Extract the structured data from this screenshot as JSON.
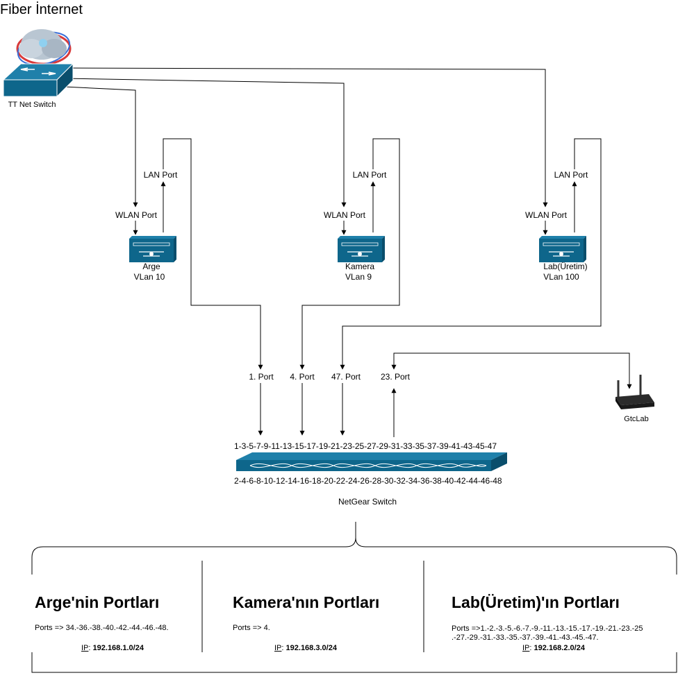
{
  "header": {
    "title": "Fiber İnternet"
  },
  "devices": {
    "tt_switch": {
      "label": "TT Net Switch"
    },
    "routers": [
      {
        "name": "Arge",
        "vlan": "VLan 10",
        "wlan_label": "WLAN Port",
        "lan_label": "LAN Port"
      },
      {
        "name": "Kamera",
        "vlan": "VLan 9",
        "wlan_label": "WLAN Port",
        "lan_label": "LAN Port"
      },
      {
        "name": "Lab(Üretim)",
        "vlan": "VLan 100",
        "wlan_label": "WLAN Port",
        "lan_label": "LAN Port"
      }
    ],
    "netgear": {
      "label": "NetGear Switch",
      "odd_ports": "1-3-5-7-9-11-13-15-17-19-21-23-25-27-29-31-33-35-37-39-41-43-45-47",
      "even_ports": "2-4-6-8-10-12-14-16-18-20-22-24-26-28-30-32-34-36-38-40-42-44-46-48",
      "port_labels": [
        "1. Port",
        "4. Port",
        "47. Port",
        "23. Port"
      ]
    },
    "wifi_router": {
      "label": "GtcLab"
    }
  },
  "sections": [
    {
      "title": "Arge'nin Portları",
      "ports_line1": "Ports => 34.-36.-38.-40.-42.-44.-46.-48.",
      "ports_line2": "",
      "ip_key": "IP",
      "ip_value": "192.168.1.0/24"
    },
    {
      "title": "Kamera'nın Portları",
      "ports_line1": "Ports => 4.",
      "ports_line2": "",
      "ip_key": "IP",
      "ip_value": "192.168.3.0/24"
    },
    {
      "title": "Lab(Üretim)'ın Portları",
      "ports_line1": "Ports =>1.-2.-3.-5.-6.-7.-9.-11.-13.-15.-17.-19.-21.-23.-25",
      "ports_line2": ".-27.-29.-31.-33.-35.-37.-39.-41.-43.-45.-47.",
      "ip_key": "IP",
      "ip_value": "192.168.2.0/24"
    }
  ],
  "colors": {
    "device_fill": "#0e668b",
    "device_dark": "#0a4e6c",
    "line": "#000000"
  },
  "icons": [
    "cloud-icon",
    "switch-icon",
    "router-icon",
    "wireless-router-icon"
  ]
}
